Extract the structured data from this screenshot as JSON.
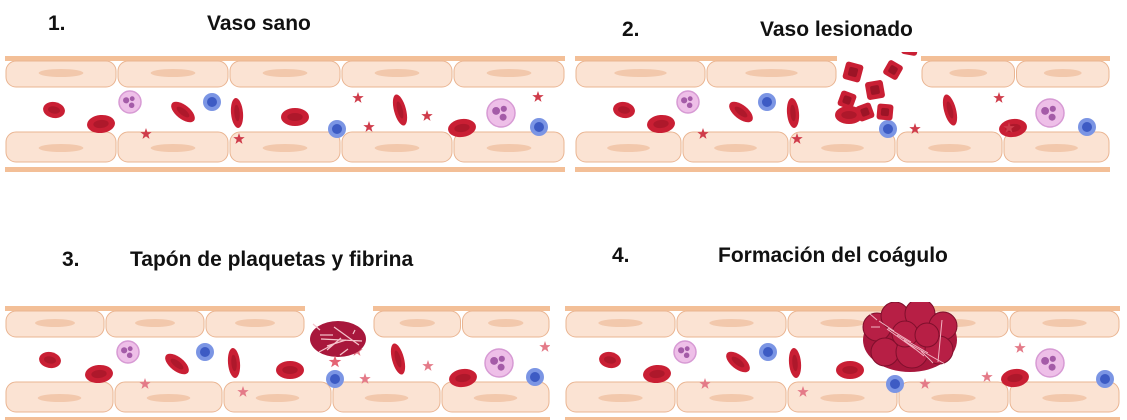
{
  "panels": [
    {
      "number": "1.",
      "title": "Vaso sano",
      "state": "healthy"
    },
    {
      "number": "2.",
      "title": "Vaso lesionado",
      "state": "injured"
    },
    {
      "number": "3.",
      "title": "Tapón de plaquetas y fibrina",
      "state": "plug"
    },
    {
      "number": "4.",
      "title": "Formación del coágulo",
      "state": "clot"
    }
  ],
  "colors": {
    "vessel_band": "#f3bf97",
    "endothelial_cell": "#fbe3d3",
    "cell_nucleus": "#f2c8ac",
    "red_cell": "#c91f34",
    "red_cell_dark": "#9c1426",
    "white_cell": "#5b79d6",
    "platelet": "#cf3b4a",
    "neutrophil": "#eebfe8",
    "clot": "#a8173c"
  }
}
